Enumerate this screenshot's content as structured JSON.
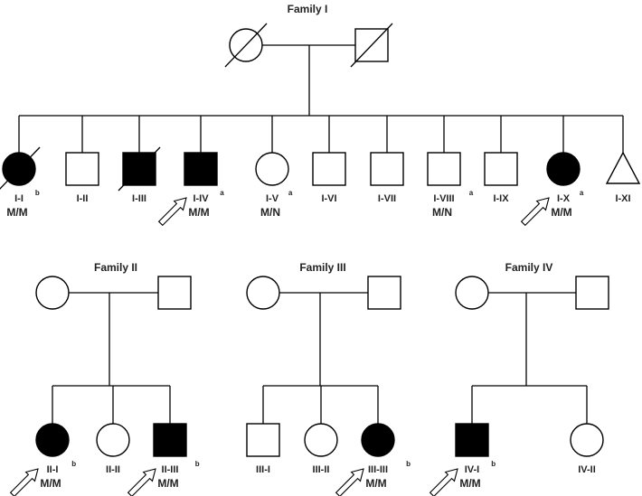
{
  "families": [
    {
      "title": "Family I",
      "parents": [
        {
          "id": "I-P1",
          "sex": "F",
          "affected": false,
          "deceased": true
        },
        {
          "id": "I-P2",
          "sex": "M",
          "affected": false,
          "deceased": true
        }
      ],
      "children": [
        {
          "id": "I-I",
          "label": "I-I",
          "sex": "F",
          "affected": true,
          "deceased": true,
          "proband": false,
          "sup": "b",
          "genotype": "M/M"
        },
        {
          "id": "I-II",
          "label": "I-II",
          "sex": "M",
          "affected": false,
          "deceased": false,
          "proband": false,
          "sup": "",
          "genotype": ""
        },
        {
          "id": "I-III",
          "label": "I-III",
          "sex": "M",
          "affected": true,
          "deceased": true,
          "proband": false,
          "sup": "",
          "genotype": ""
        },
        {
          "id": "I-IV",
          "label": "I-IV",
          "sex": "M",
          "affected": true,
          "deceased": false,
          "proband": true,
          "sup": "a",
          "genotype": "M/M"
        },
        {
          "id": "I-V",
          "label": "I-V",
          "sex": "F",
          "affected": false,
          "deceased": false,
          "proband": false,
          "sup": "a",
          "genotype": "M/N"
        },
        {
          "id": "I-VI",
          "label": "I-VI",
          "sex": "M",
          "affected": false,
          "deceased": false,
          "proband": false,
          "sup": "",
          "genotype": ""
        },
        {
          "id": "I-VII",
          "label": "I-VII",
          "sex": "M",
          "affected": false,
          "deceased": false,
          "proband": false,
          "sup": "",
          "genotype": ""
        },
        {
          "id": "I-VIII",
          "label": "I-VIII",
          "sex": "M",
          "affected": false,
          "deceased": false,
          "proband": false,
          "sup": "a",
          "genotype": "M/N"
        },
        {
          "id": "I-IX",
          "label": "I-IX",
          "sex": "M",
          "affected": false,
          "deceased": false,
          "proband": false,
          "sup": "",
          "genotype": ""
        },
        {
          "id": "I-X",
          "label": "I-X",
          "sex": "F",
          "affected": true,
          "deceased": false,
          "proband": true,
          "sup": "a",
          "genotype": "M/M"
        },
        {
          "id": "I-XI",
          "label": "I-XI",
          "sex": "U",
          "affected": false,
          "deceased": false,
          "proband": false,
          "sup": "",
          "genotype": ""
        }
      ]
    },
    {
      "title": "Family II",
      "parents": [
        {
          "id": "II-P1",
          "sex": "F",
          "affected": false,
          "deceased": false
        },
        {
          "id": "II-P2",
          "sex": "M",
          "affected": false,
          "deceased": false
        }
      ],
      "children": [
        {
          "id": "II-I",
          "label": "II-I",
          "sex": "F",
          "affected": true,
          "deceased": false,
          "proband": true,
          "sup": "b",
          "genotype": "M/M"
        },
        {
          "id": "II-II",
          "label": "II-II",
          "sex": "F",
          "affected": false,
          "deceased": false,
          "proband": false,
          "sup": "",
          "genotype": ""
        },
        {
          "id": "II-III",
          "label": "II-III",
          "sex": "M",
          "affected": true,
          "deceased": false,
          "proband": true,
          "sup": "b",
          "genotype": "M/M"
        }
      ]
    },
    {
      "title": "Family III",
      "parents": [
        {
          "id": "III-P1",
          "sex": "F",
          "affected": false,
          "deceased": false
        },
        {
          "id": "III-P2",
          "sex": "M",
          "affected": false,
          "deceased": false
        }
      ],
      "children": [
        {
          "id": "III-I",
          "label": "III-I",
          "sex": "M",
          "affected": false,
          "deceased": false,
          "proband": false,
          "sup": "",
          "genotype": ""
        },
        {
          "id": "III-II",
          "label": "III-II",
          "sex": "F",
          "affected": false,
          "deceased": false,
          "proband": false,
          "sup": "",
          "genotype": ""
        },
        {
          "id": "III-III",
          "label": "III-III",
          "sex": "F",
          "affected": true,
          "deceased": false,
          "proband": true,
          "sup": "b",
          "genotype": "M/M"
        }
      ]
    },
    {
      "title": "Family IV",
      "parents": [
        {
          "id": "IV-P1",
          "sex": "F",
          "affected": false,
          "deceased": false
        },
        {
          "id": "IV-P2",
          "sex": "M",
          "affected": false,
          "deceased": false
        }
      ],
      "children": [
        {
          "id": "IV-I",
          "label": "IV-I",
          "sex": "M",
          "affected": true,
          "deceased": false,
          "proband": true,
          "sup": "b",
          "genotype": "M/M"
        },
        {
          "id": "IV-II",
          "label": "IV-II",
          "sex": "F",
          "affected": false,
          "deceased": false,
          "proband": false,
          "sup": "",
          "genotype": ""
        }
      ]
    }
  ]
}
